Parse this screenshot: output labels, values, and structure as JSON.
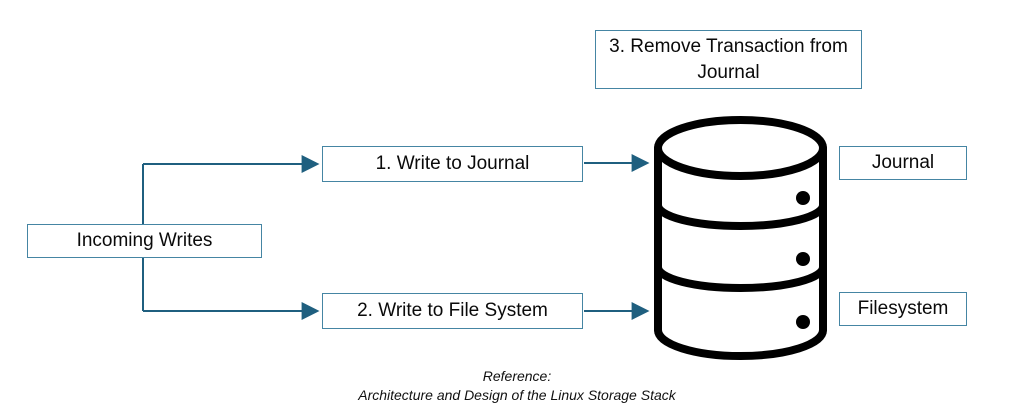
{
  "diagram": {
    "nodes": {
      "incoming_writes": {
        "label": "Incoming Writes"
      },
      "step1": {
        "label": "1. Write to Journal"
      },
      "step2": {
        "label": "2. Write to File System"
      },
      "step3": {
        "label": "3. Remove Transaction from Journal"
      },
      "journal": {
        "label": "Journal"
      },
      "filesystem": {
        "label": "Filesystem"
      }
    },
    "icon": {
      "name": "database-cylinder-icon",
      "segments": 3
    },
    "reference": {
      "line1": "Reference:",
      "line2": "Architecture and Design of the Linux Storage Stack"
    },
    "colors": {
      "connector": "#1F5F7F",
      "box_border": "#4585A3",
      "icon_stroke": "#000000",
      "text": "#0A0A0A",
      "background": "#FFFFFF"
    }
  }
}
